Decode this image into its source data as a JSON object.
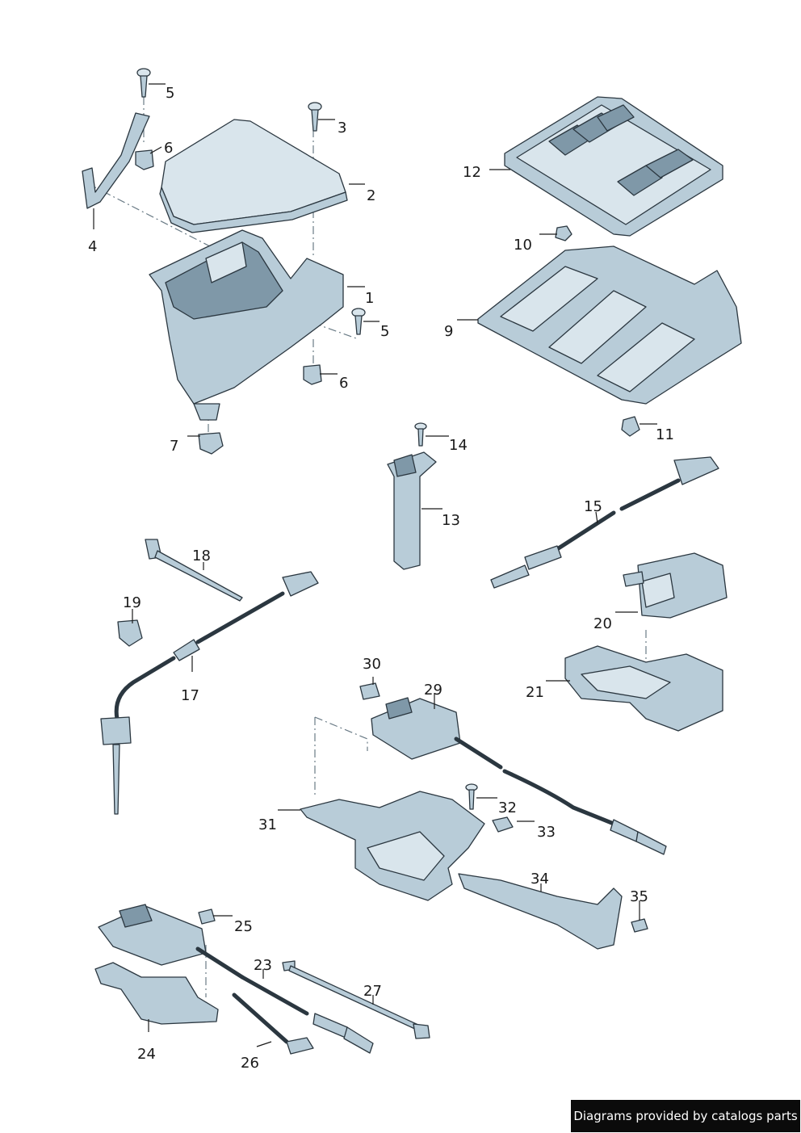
{
  "callouts": {
    "c1": "1",
    "c2": "2",
    "c3": "3",
    "c4": "4",
    "c5a": "5",
    "c5b": "5",
    "c6a": "6",
    "c6b": "6",
    "c7": "7",
    "c9": "9",
    "c10": "10",
    "c11": "11",
    "c12": "12",
    "c13": "13",
    "c14": "14",
    "c15": "15",
    "c17": "17",
    "c18": "18",
    "c19": "19",
    "c20": "20",
    "c21": "21",
    "c23": "23",
    "c24": "24",
    "c25": "25",
    "c26": "26",
    "c27": "27",
    "c29": "29",
    "c30": "30",
    "c31": "31",
    "c32": "32",
    "c33": "33",
    "c34": "34",
    "c35": "35"
  },
  "watermark": {
    "text": "Diagrams provided by catalogs parts"
  }
}
